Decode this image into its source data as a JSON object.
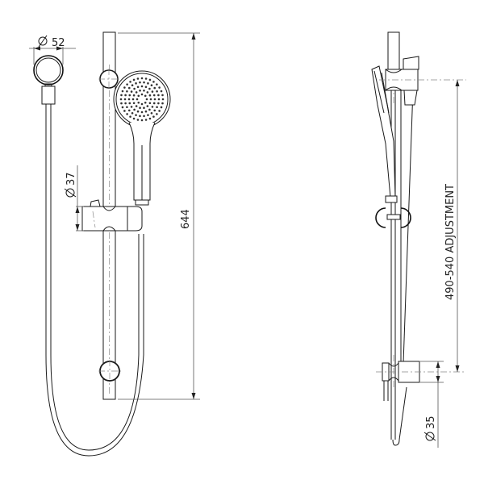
{
  "drawing": {
    "subject": "Shower rail set technical drawing",
    "views": [
      "front-view",
      "side-view"
    ],
    "dimensions": {
      "hose_ring_diameter": "52",
      "slider_diameter": "37",
      "rail_height": "644",
      "adjustment_range": "490-540 ADJUSTMENT",
      "bottom_bracket_diameter": "35"
    },
    "symbols": {
      "diameter": "⌀"
    },
    "colors": {
      "line": "#1a1a1a",
      "dimension_line": "#555555",
      "background": "#ffffff"
    }
  }
}
